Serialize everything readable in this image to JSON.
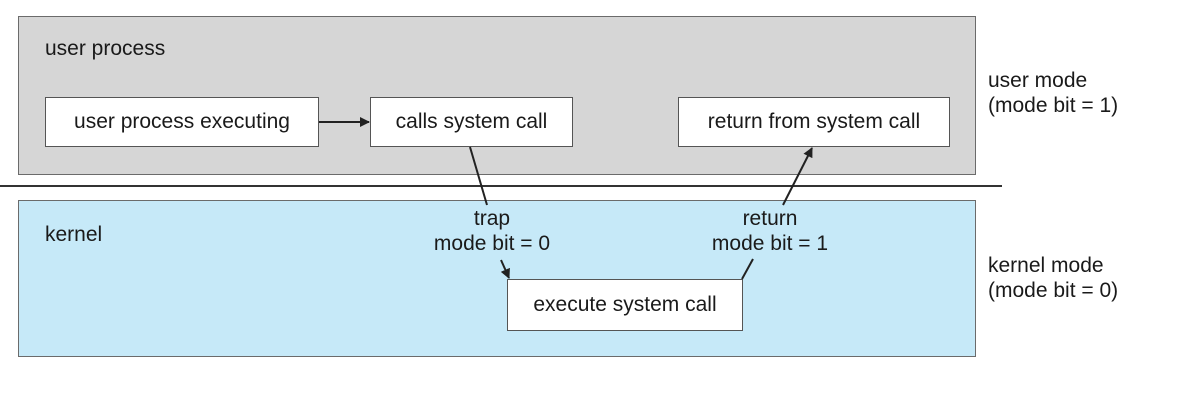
{
  "regions": {
    "user": {
      "label": "user process"
    },
    "kernel": {
      "label": "kernel"
    }
  },
  "boxes": {
    "user_process_executing": "user process executing",
    "calls_system_call": "calls system call",
    "return_from_system_call": "return from system call",
    "execute_system_call": "execute system call"
  },
  "transitions": {
    "trap": {
      "line1": "trap",
      "line2": "mode bit = 0"
    },
    "return": {
      "line1": "return",
      "line2": "mode bit = 1"
    }
  },
  "modes": {
    "user": {
      "line1": "user mode",
      "line2": "(mode bit = 1)"
    },
    "kernel": {
      "line1": "kernel mode",
      "line2": "(mode bit = 0)"
    }
  },
  "colors": {
    "user_region": "#d6d6d6",
    "kernel_region": "#c6e9f8",
    "arrow": "#222222"
  }
}
